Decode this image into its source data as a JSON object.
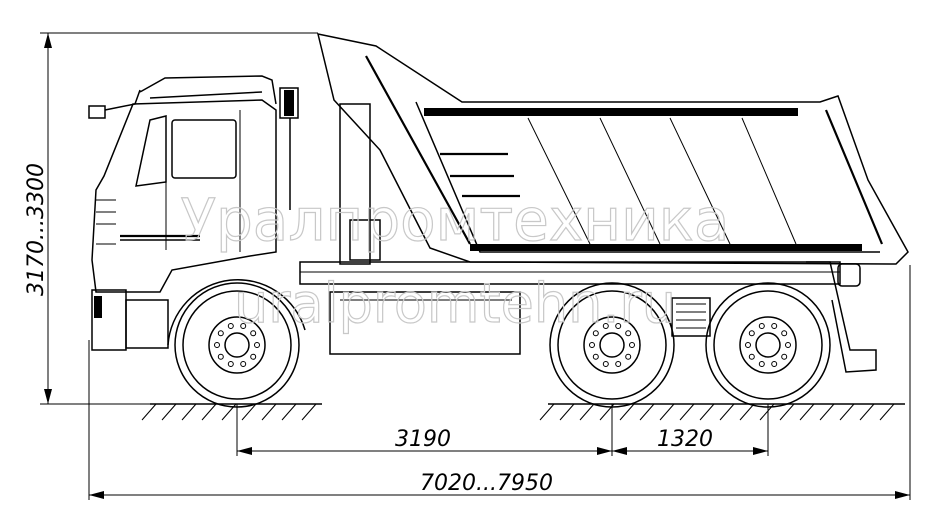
{
  "diagram": {
    "dimensions": {
      "height": "3170...3300",
      "wheelbase_front": "3190",
      "wheelbase_rear": "1320",
      "overall_length": "7020...7950"
    },
    "watermark": {
      "line1": "Уралпромтехника",
      "line2": "uralpromtehn.ru"
    }
  }
}
